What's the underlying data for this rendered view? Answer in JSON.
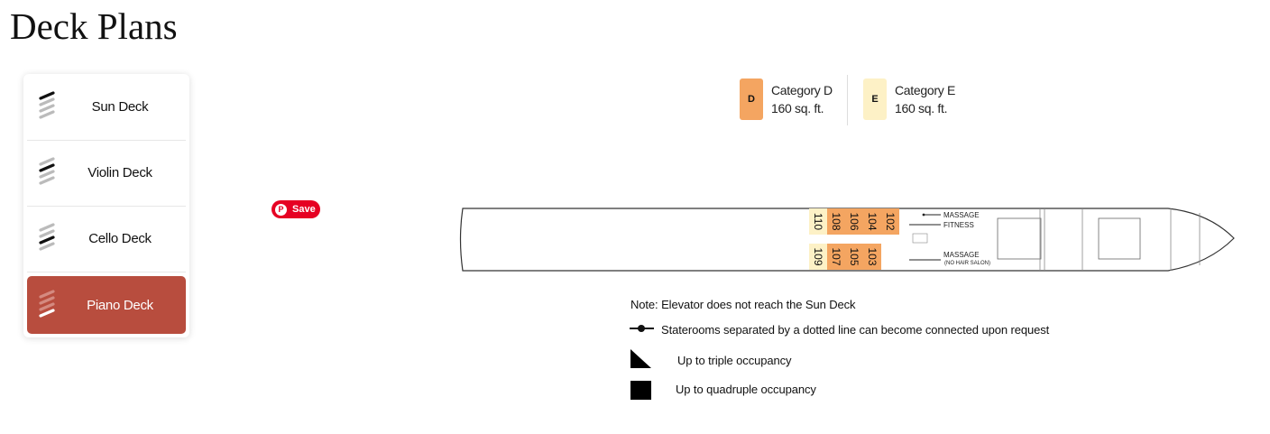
{
  "page": {
    "title": "Deck Plans"
  },
  "decks": [
    {
      "label": "Sun Deck",
      "active": false
    },
    {
      "label": "Violin Deck",
      "active": false
    },
    {
      "label": "Cello Deck",
      "active": false
    },
    {
      "label": "Piano Deck",
      "active": true
    }
  ],
  "save_button": {
    "label": "Save"
  },
  "categories": [
    {
      "code": "D",
      "name": "Category D",
      "size": "160 sq. ft.",
      "color": "#f4a561"
    },
    {
      "code": "E",
      "name": "Category E",
      "size": "160 sq. ft.",
      "color": "#fdf1c6"
    }
  ],
  "ship": {
    "top_rooms": [
      "110",
      "108",
      "106",
      "104",
      "102"
    ],
    "bottom_rooms": [
      "109",
      "107",
      "105",
      "103"
    ],
    "amenities": {
      "massage_top": "MASSAGE",
      "fitness": "FITNESS",
      "massage_bottom": "MASSAGE",
      "massage_note": "(NO HAIR SALON)"
    }
  },
  "notes": {
    "elevator": "Note: Elevator does not reach the Sun Deck",
    "connected": "Staterooms separated by a dotted line can become connected upon request",
    "triple": "Up to triple occupancy",
    "quadruple": "Up to quadruple occupancy"
  },
  "colors": {
    "accent": "#b84d3e",
    "category_d": "#f4a561",
    "category_e": "#fdf1c6",
    "pinterest": "#e60023"
  }
}
